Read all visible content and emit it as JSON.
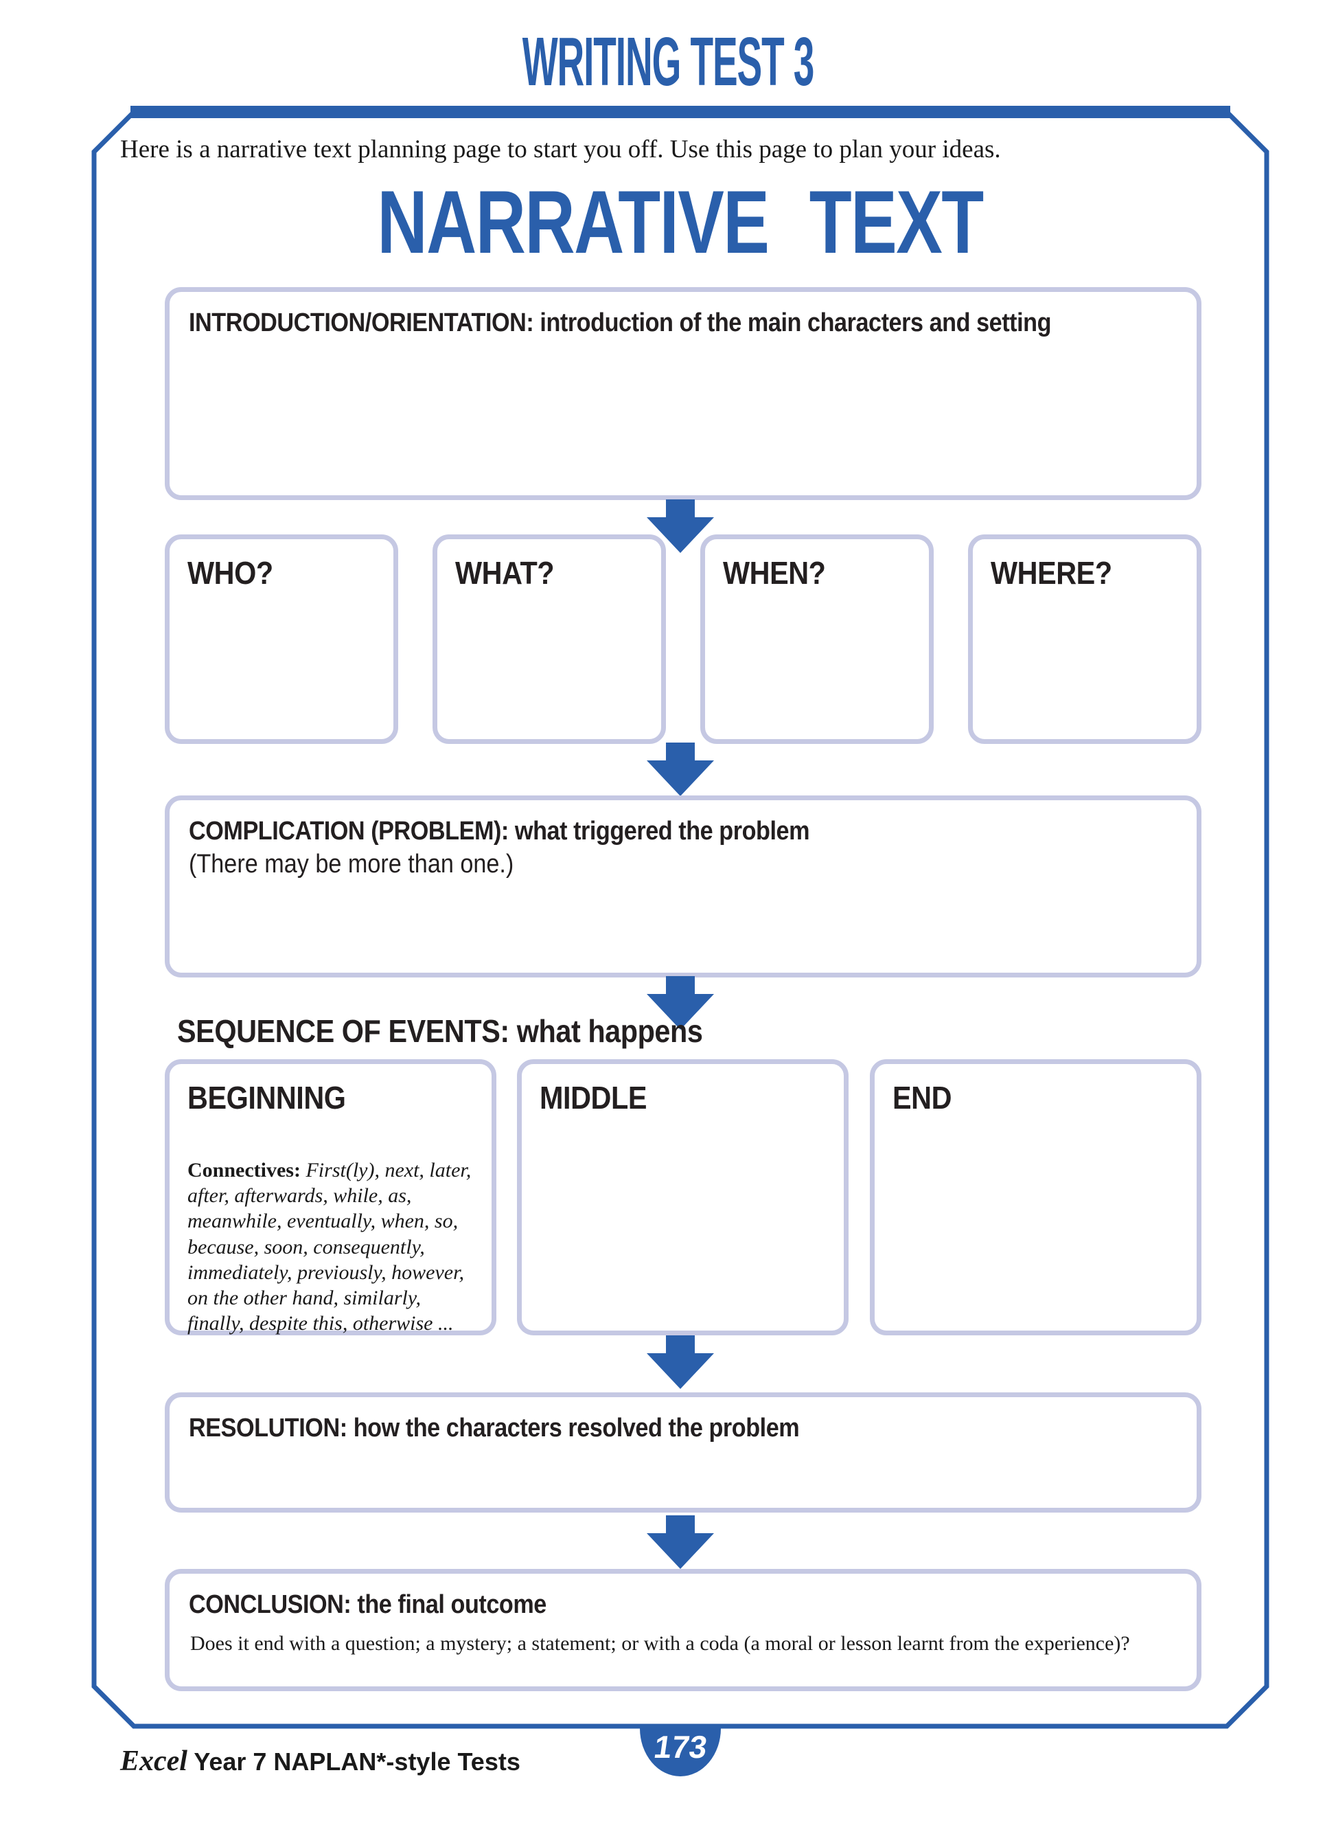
{
  "page": {
    "header_title": "WRITING TEST 3",
    "intro_line": "Here is a narrative text planning page to start you off. Use this page to plan your ideas.",
    "main_title": "NARRATIVE TEXT"
  },
  "sections": {
    "introduction": {
      "label": "INTRODUCTION/ORIENTATION:",
      "sublabel": " introduction of the main characters and setting"
    },
    "questions": [
      {
        "label": "WHO?"
      },
      {
        "label": "WHAT?"
      },
      {
        "label": "WHEN?"
      },
      {
        "label": "WHERE?"
      }
    ],
    "complication": {
      "label": "COMPLICATION (PROBLEM):",
      "sublabel": " what triggered the problem",
      "note": "(There may be more than one.)"
    },
    "sequence": {
      "heading_label": "SEQUENCE OF EVENTS:",
      "heading_sub": " what happens",
      "beginning_label": "BEGINNING",
      "middle_label": "MIDDLE",
      "end_label": "END",
      "connectives_label": "Connectives:",
      "connectives_text": " First(ly), next, later, after, afterwards, while, as, meanwhile, eventually, when, so, because, soon, consequently, immediately, previously, however, on the other hand, similarly, finally, despite this, otherwise ..."
    },
    "resolution": {
      "label": "RESOLUTION:",
      "sublabel": " how the characters resolved the problem"
    },
    "conclusion": {
      "label": "CONCLUSION:",
      "sublabel": " the final outcome",
      "note": "Does it end with a question; a mystery; a statement; or with a coda (a moral or lesson learnt from the experience)?"
    }
  },
  "footer": {
    "book_title_excel": "Excel",
    "book_title_rest": " Year 7 NAPLAN*-style Tests",
    "page_number": "173"
  },
  "colors": {
    "brand_blue": "#2a5fab",
    "box_border": "#c5c8e3",
    "text_black": "#231f20"
  }
}
